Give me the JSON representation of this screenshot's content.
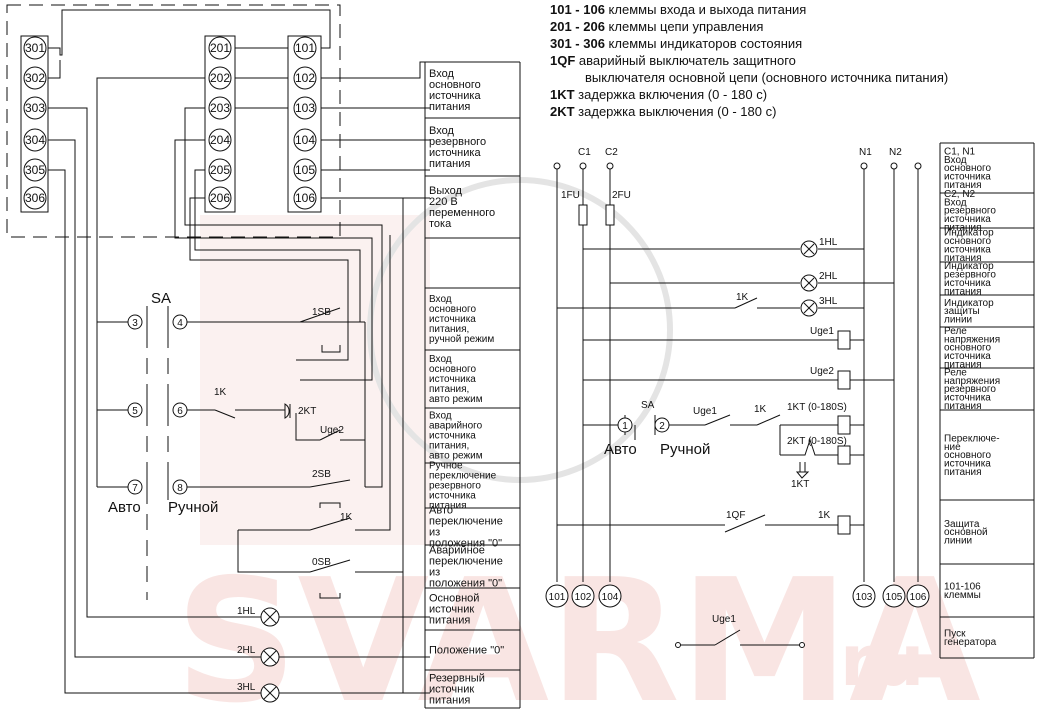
{
  "watermark": {
    "text": "SVARMA",
    "suffix": "ru",
    "color": "#d23a2a"
  },
  "legend": [
    {
      "key": "101 - 106",
      "text": " клеммы входа и выхода питания"
    },
    {
      "key": "201 - 206",
      "text": " клеммы цепи управления"
    },
    {
      "key": "301 - 306",
      "text": " клеммы индикаторов состояния"
    },
    {
      "key": "1QF",
      "text": " аварийный выключатель защитного"
    },
    {
      "key": "",
      "text": "выключателя основной цепи (основного источника питания)"
    },
    {
      "key": "1KT",
      "text": " задержка включения (0 - 180 с)"
    },
    {
      "key": "2KT",
      "text": " задержка выключения (0 - 180 с)"
    }
  ],
  "terminals": {
    "col300": [
      "301",
      "302",
      "303",
      "304",
      "305",
      "306"
    ],
    "col200": [
      "201",
      "202",
      "203",
      "204",
      "205",
      "206"
    ],
    "col100": [
      "101",
      "102",
      "103",
      "104",
      "105",
      "106"
    ]
  },
  "left_diagram": {
    "sa": "SA",
    "sa_contacts": [
      "3",
      "4",
      "5",
      "6",
      "7",
      "8"
    ],
    "mode_auto": "Авто",
    "mode_manual": "Ручной",
    "labels": {
      "sb1": "1SB",
      "k1a": "1K",
      "kt2": "2KT",
      "uge2": "Uge2",
      "sb2": "2SB",
      "k1b": "1K",
      "sb0": "0SB",
      "hl1": "1HL",
      "hl2": "2HL",
      "hl3": "3HL"
    },
    "table": [
      [
        "Вход",
        "основного",
        "источника",
        "питания"
      ],
      [
        "Вход",
        "резервного",
        "источника",
        "питания"
      ],
      [
        "Выход",
        "220 В",
        "переменного",
        "тока"
      ],
      [],
      [
        "Вход",
        "основного",
        "источника",
        "питания,",
        "ручной режим"
      ],
      [
        "Вход",
        "основного",
        "источника",
        "питания,",
        "авто режим"
      ],
      [
        "Вход",
        "аварийного",
        "источника",
        "питания,",
        "авто режим"
      ],
      [
        "Ручное",
        "переключение",
        "резервного",
        "источника",
        "питания"
      ],
      [
        "Авто",
        "переключение",
        "из",
        "положения \"0\""
      ],
      [
        "Аварийное",
        "переключение",
        "из",
        "положения \"0\""
      ],
      [
        "Основной",
        "источник",
        "питания"
      ],
      [
        "Положение \"0\""
      ],
      [
        "Резервный",
        "источник",
        "питания"
      ]
    ]
  },
  "right_diagram": {
    "buses": [
      "C1",
      "C2",
      "N1",
      "N2"
    ],
    "fuses": [
      "1FU",
      "2FU"
    ],
    "labels": {
      "hl1": "1HL",
      "hl2": "2HL",
      "hl3": "3HL",
      "k1": "1K",
      "uge1": "Uge1",
      "uge2": "Uge2",
      "sa": "SA",
      "c1": "1",
      "c2": "2",
      "auto": "Авто",
      "manual": "Ручной",
      "uge1b": "Uge1",
      "k1b": "1K",
      "kt1": "1KT (0-180S)",
      "kt2": "2KT (0-180S)",
      "kt1b": "1KT",
      "qf1": "1QF",
      "k1c": "1K",
      "uge1c": "Uge1"
    },
    "bottom_terminals": [
      "101",
      "102",
      "104",
      "103",
      "105",
      "106"
    ],
    "table": [
      [
        "C1, N1",
        "Вход",
        "основного",
        "источника",
        "питания"
      ],
      [
        "C2, N2",
        "Вход",
        "резервного",
        "источника",
        "питания"
      ],
      [
        "Индикатор",
        "основного",
        "источника",
        "питания"
      ],
      [
        "Индикатор",
        "резервного",
        "источника",
        "питания"
      ],
      [
        "Индикатор",
        "защиты",
        "линии"
      ],
      [
        "Реле",
        "напряжения",
        "основного",
        "источника",
        "питания"
      ],
      [
        "Реле",
        "напряжения",
        "резервного",
        "источника",
        "питания"
      ],
      [
        "Переключе-",
        "ние",
        "основного",
        "источника",
        "питания"
      ],
      [
        "Защита",
        "основной",
        "линии"
      ],
      [
        "101-106",
        "клеммы"
      ],
      [
        "Пуск",
        "генератора"
      ]
    ]
  }
}
